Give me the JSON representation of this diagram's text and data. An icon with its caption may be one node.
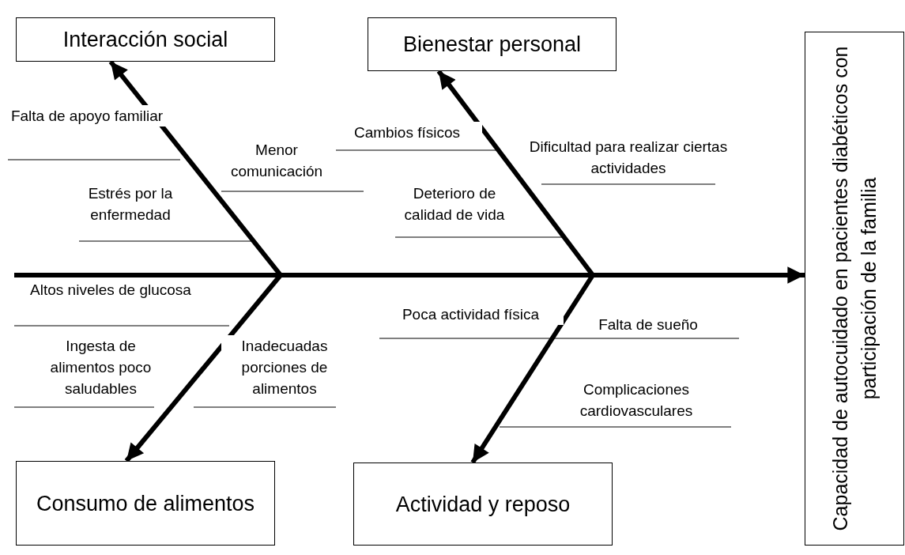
{
  "diagram": {
    "nodes": [
      {
        "text": [
          "Interacción social"
        ]
      },
      {
        "text": [
          "Bienestar personal"
        ]
      },
      {
        "text": [
          "Consumo de alimentos"
        ]
      },
      {
        "text": [
          "Actividad y reposo"
        ]
      },
      {
        "text": [
          "Capacidad de autocuidado en pacientes diabéticos con participación de la familia"
        ]
      }
    ],
    "edges": [
      {
        "from": null,
        "to": 4,
        "arrow": "to"
      },
      {
        "from": null,
        "to": 0,
        "arrow": "to"
      },
      {
        "from": null,
        "to": 1,
        "arrow": "to"
      },
      {
        "from": null,
        "to": 2,
        "arrow": "to"
      },
      {
        "from": null,
        "to": 3,
        "arrow": "to"
      }
    ],
    "labels": [
      "Falta de apoyo familiar",
      "Menor comunicación",
      "Estrés por la enfermedad",
      "Cambios físicos",
      "Dificultad para realizar ciertas actividades",
      "Deterioro de calidad de vida",
      "Altos niveles de glucosa",
      "Ingesta de alimentos poco saludables",
      "Inadecuadas porciones de alimentos",
      "Poca actividad física",
      "Falta de sueño",
      "Complicaciones cardiovasculares"
    ]
  }
}
